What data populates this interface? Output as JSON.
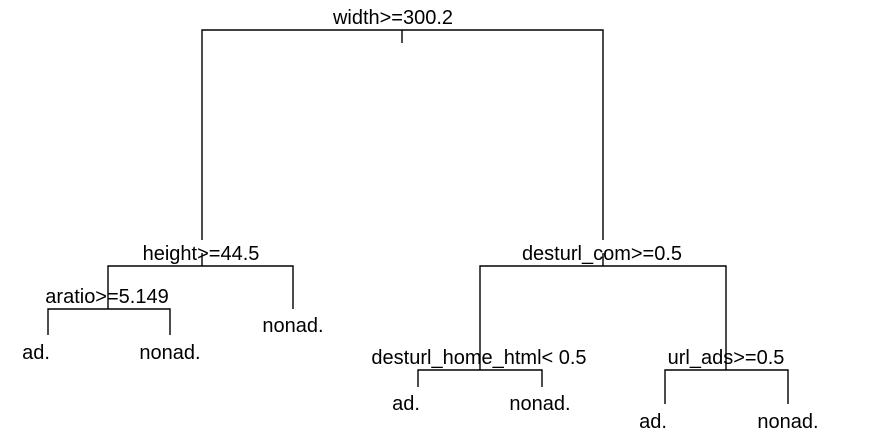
{
  "tree": {
    "root_split": "width>=300.2",
    "left_split": "height>=44.5",
    "left_left_split": "aratio>=5.149",
    "right_split": "desturl_com>=0.5",
    "right_left_split": "desturl_home_html< 0.5",
    "right_right_split": "url_ads>=0.5",
    "leaves": {
      "ll_left": "ad.",
      "ll_right": "nonad.",
      "l_right": "nonad.",
      "rl_left": "ad.",
      "rl_right": "nonad.",
      "rr_left": "ad.",
      "rr_right": "nonad."
    }
  }
}
